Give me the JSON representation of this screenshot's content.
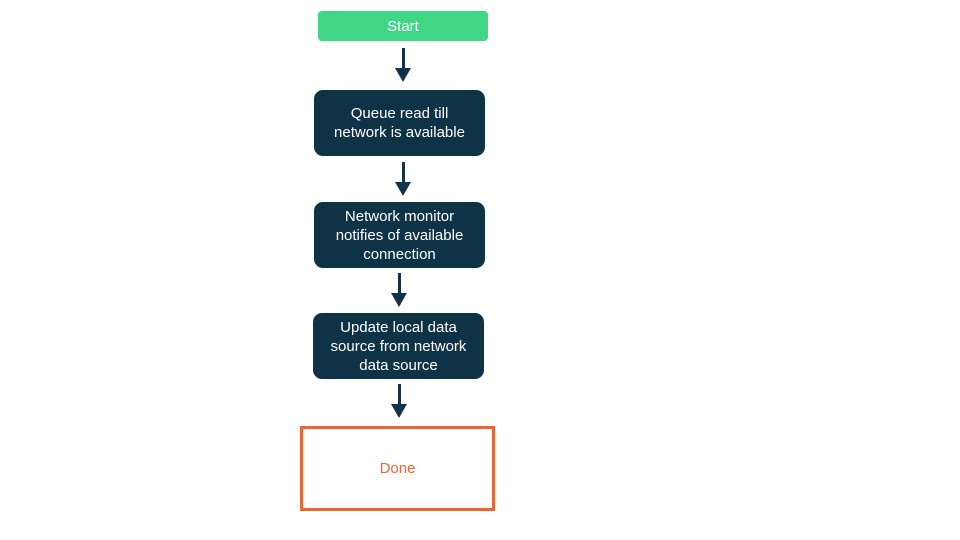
{
  "flowchart": {
    "nodes": [
      {
        "id": "start",
        "type": "start",
        "label": "Start"
      },
      {
        "id": "queue-read",
        "type": "process",
        "label": "Queue read till\nnetwork is available"
      },
      {
        "id": "network-monitor",
        "type": "process",
        "label": "Network monitor\nnotifies of available\nconnection"
      },
      {
        "id": "update-local-data",
        "type": "process",
        "label": "Update local data\nsource from network\ndata source"
      },
      {
        "id": "done",
        "type": "end",
        "label": "Done"
      }
    ],
    "edges": [
      {
        "from": "start",
        "to": "queue-read"
      },
      {
        "from": "queue-read",
        "to": "network-monitor"
      },
      {
        "from": "network-monitor",
        "to": "update-local-data"
      },
      {
        "from": "update-local-data",
        "to": "done"
      }
    ]
  },
  "colors": {
    "start_bg": "#3fd786",
    "process_bg": "#0e3346",
    "node_text": "#ffffff",
    "arrow_color": "#14334a",
    "end_accent": "#ef6432",
    "background": "#ffffff"
  }
}
